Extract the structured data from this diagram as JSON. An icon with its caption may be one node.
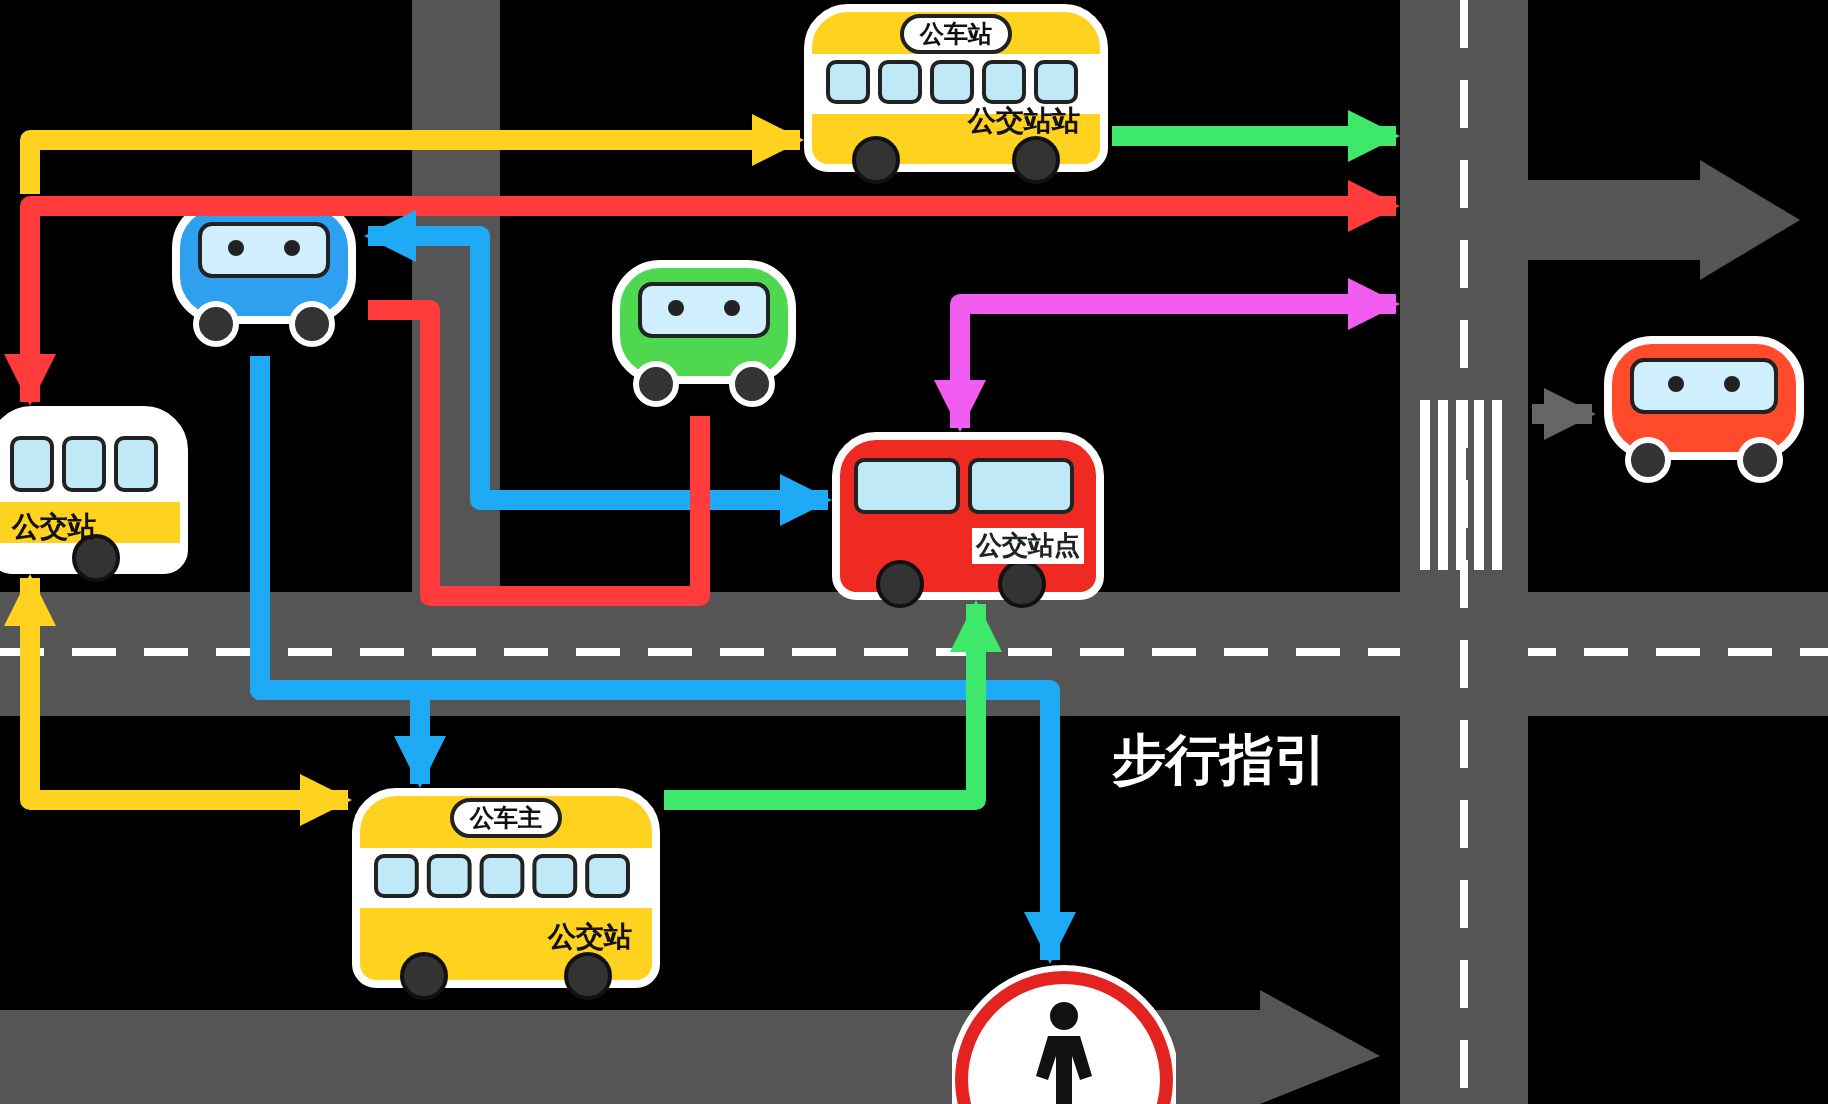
{
  "diagram": {
    "nodes": [
      {
        "text": [
          "公车站",
          "公交站站"
        ]
      },
      {
        "text": [
          "公交站"
        ]
      },
      {
        "text": [],
        "shape": "picture"
      },
      {
        "text": [],
        "shape": "picture"
      },
      {
        "text": [
          "公交站点"
        ]
      },
      {
        "text": [
          "公车主",
          "公交站"
        ]
      },
      {
        "text": [],
        "shape": "picture"
      },
      {
        "text": [],
        "shape": "picture"
      },
      {
        "text": [],
        "shape": "road"
      }
    ],
    "edges": [
      {
        "from": null,
        "to": 0,
        "arrow": "to",
        "color": "#ffd21f"
      },
      {
        "from": 0,
        "to": 8,
        "arrow": "to",
        "color": "#3de86a"
      },
      {
        "from": 8,
        "to": 1,
        "arrow": "both",
        "color": "#ff3b3b"
      },
      {
        "from": 4,
        "to": 8,
        "arrow": "both",
        "color": "#f25cf0"
      },
      {
        "from": 2,
        "to": 4,
        "arrow": "both",
        "color": "#1eaaf5"
      },
      {
        "from": 2,
        "to": 3,
        "arrow": "none",
        "color": "#ff3b3b"
      },
      {
        "from": 2,
        "to": 7,
        "arrow": "to",
        "color": "#1eaaf5"
      },
      {
        "from": 2,
        "to": 5,
        "arrow": "to",
        "color": "#1eaaf5"
      },
      {
        "from": 1,
        "to": 5,
        "arrow": "both",
        "color": "#ffd21f"
      },
      {
        "from": 5,
        "to": 4,
        "arrow": "to",
        "color": "#3de86a"
      },
      {
        "from": 8,
        "to": 6,
        "arrow": "to",
        "color": "#666666"
      }
    ],
    "labels": [
      "步行指引"
    ]
  }
}
